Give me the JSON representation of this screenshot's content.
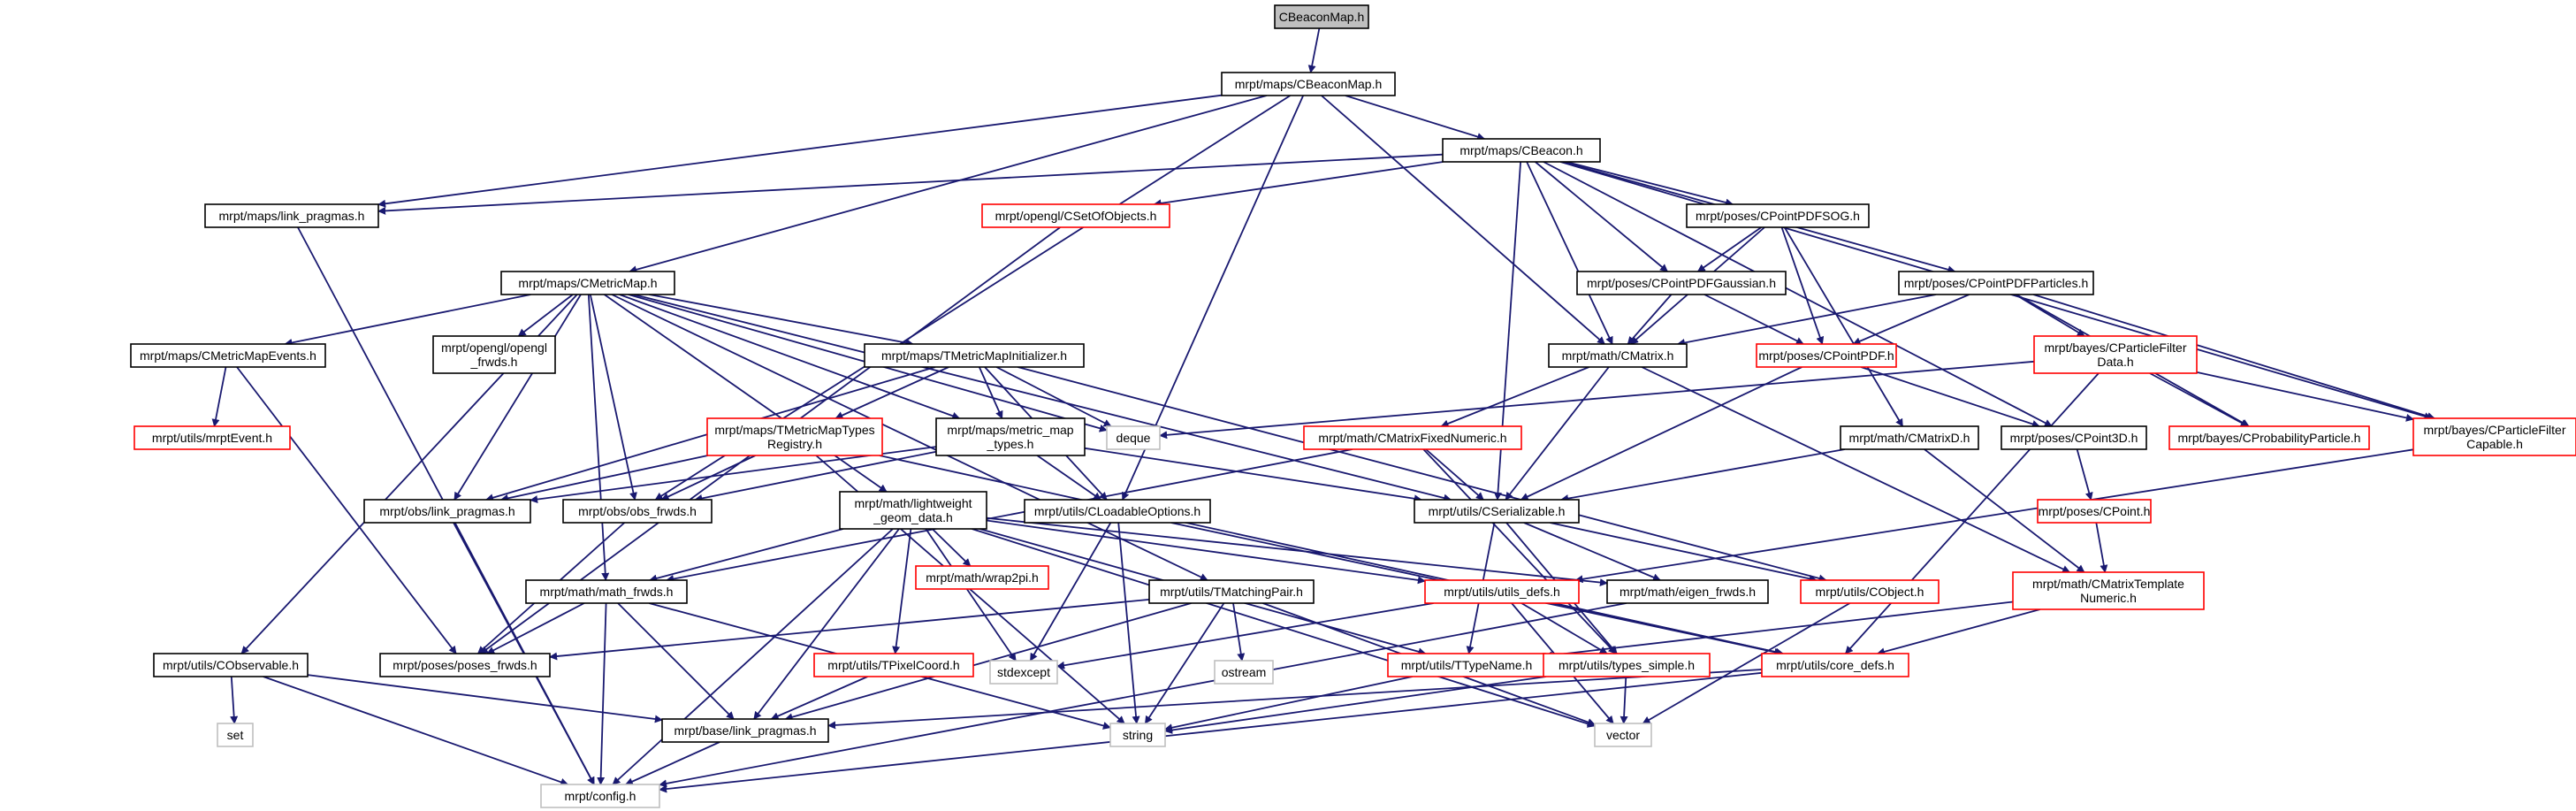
{
  "colors": {
    "edge": "#191970",
    "node_border_normal": "#000000",
    "node_border_missing": "#ff0000",
    "node_border_system": "#bfbfbf",
    "root_fill": "#bfbfbf",
    "text": "#000000",
    "system_text": "#000000"
  },
  "nodes": [
    {
      "id": "cbeaconmap_h",
      "label": "CBeaconMap.h",
      "kind": "root"
    },
    {
      "id": "maps_cbeaconmap",
      "label": "mrpt/maps/CBeaconMap.h",
      "kind": "normal"
    },
    {
      "id": "maps_cbeacon",
      "label": "mrpt/maps/CBeacon.h",
      "kind": "normal"
    },
    {
      "id": "maps_link_pragmas",
      "label": "mrpt/maps/link_pragmas.h",
      "kind": "normal"
    },
    {
      "id": "opengl_csetofobjects",
      "label": "mrpt/opengl/CSetOfObjects.h",
      "kind": "missing"
    },
    {
      "id": "poses_cpointpdfsog",
      "label": "mrpt/poses/CPointPDFSOG.h",
      "kind": "normal"
    },
    {
      "id": "poses_cpointpdfgaussian",
      "label": "mrpt/poses/CPointPDFGaussian.h",
      "kind": "normal"
    },
    {
      "id": "poses_cpointpdfparticles",
      "label": "mrpt/poses/CPointPDFParticles.h",
      "kind": "normal"
    },
    {
      "id": "maps_cmetricmap",
      "label": "mrpt/maps/CMetricMap.h",
      "kind": "normal"
    },
    {
      "id": "math_cmatrix",
      "label": "mrpt/math/CMatrix.h",
      "kind": "normal"
    },
    {
      "id": "poses_cpointpdf",
      "label": "mrpt/poses/CPointPDF.h",
      "kind": "missing"
    },
    {
      "id": "bayes_cparticlefilterdata",
      "label": "mrpt/bayes/CParticleFilter\nData.h",
      "kind": "missing"
    },
    {
      "id": "maps_cmetricmapevents",
      "label": "mrpt/maps/CMetricMapEvents.h",
      "kind": "normal"
    },
    {
      "id": "opengl_frwds",
      "label": "mrpt/opengl/opengl\n_frwds.h",
      "kind": "normal"
    },
    {
      "id": "maps_tmetricmapinitializer",
      "label": "mrpt/maps/TMetricMapInitializer.h",
      "kind": "normal"
    },
    {
      "id": "utils_mrptevent",
      "label": "mrpt/utils/mrptEvent.h",
      "kind": "missing"
    },
    {
      "id": "maps_tmetricmaptypesregistry",
      "label": "mrpt/maps/TMetricMapTypes\nRegistry.h",
      "kind": "missing"
    },
    {
      "id": "maps_metric_map_types",
      "label": "mrpt/maps/metric_map\n_types.h",
      "kind": "normal"
    },
    {
      "id": "deque",
      "label": "deque",
      "kind": "system"
    },
    {
      "id": "math_cmatrixfixednumeric",
      "label": "mrpt/math/CMatrixFixedNumeric.h",
      "kind": "missing"
    },
    {
      "id": "math_cmatrixd",
      "label": "mrpt/math/CMatrixD.h",
      "kind": "normal"
    },
    {
      "id": "poses_cpoint3d",
      "label": "mrpt/poses/CPoint3D.h",
      "kind": "normal"
    },
    {
      "id": "bayes_cprobabilityparticle",
      "label": "mrpt/bayes/CProbabilityParticle.h",
      "kind": "missing"
    },
    {
      "id": "bayes_cparticlefiltercapable",
      "label": "mrpt/bayes/CParticleFilter\nCapable.h",
      "kind": "missing"
    },
    {
      "id": "obs_link_pragmas",
      "label": "mrpt/obs/link_pragmas.h",
      "kind": "normal"
    },
    {
      "id": "obs_obs_frwds",
      "label": "mrpt/obs/obs_frwds.h",
      "kind": "normal"
    },
    {
      "id": "math_lightweight_geom_data",
      "label": "mrpt/math/lightweight\n_geom_data.h",
      "kind": "normal"
    },
    {
      "id": "utils_cloadableoptions",
      "label": "mrpt/utils/CLoadableOptions.h",
      "kind": "normal"
    },
    {
      "id": "utils_cserializable",
      "label": "mrpt/utils/CSerializable.h",
      "kind": "normal"
    },
    {
      "id": "poses_cpoint",
      "label": "mrpt/poses/CPoint.h",
      "kind": "missing"
    },
    {
      "id": "math_wrap2pi",
      "label": "mrpt/math/wrap2pi.h",
      "kind": "missing"
    },
    {
      "id": "math_math_frwds",
      "label": "mrpt/math/math_frwds.h",
      "kind": "normal"
    },
    {
      "id": "utils_tmatchingpair",
      "label": "mrpt/utils/TMatchingPair.h",
      "kind": "normal"
    },
    {
      "id": "utils_utils_defs",
      "label": "mrpt/utils/utils_defs.h",
      "kind": "missing"
    },
    {
      "id": "math_eigen_frwds",
      "label": "mrpt/math/eigen_frwds.h",
      "kind": "normal"
    },
    {
      "id": "utils_cobject",
      "label": "mrpt/utils/CObject.h",
      "kind": "missing"
    },
    {
      "id": "math_cmatrixtemplatenumeric",
      "label": "mrpt/math/CMatrixTemplate\nNumeric.h",
      "kind": "missing"
    },
    {
      "id": "utils_cobservable",
      "label": "mrpt/utils/CObservable.h",
      "kind": "normal"
    },
    {
      "id": "poses_poses_frwds",
      "label": "mrpt/poses/poses_frwds.h",
      "kind": "normal"
    },
    {
      "id": "stdexcept",
      "label": "stdexcept",
      "kind": "system"
    },
    {
      "id": "ostream",
      "label": "ostream",
      "kind": "system"
    },
    {
      "id": "utils_ttypename",
      "label": "mrpt/utils/TTypeName.h",
      "kind": "missing"
    },
    {
      "id": "utils_types_simple",
      "label": "mrpt/utils/types_simple.h",
      "kind": "missing"
    },
    {
      "id": "utils_core_defs",
      "label": "mrpt/utils/core_defs.h",
      "kind": "missing"
    },
    {
      "id": "utils_tpixelcoord",
      "label": "mrpt/utils/TPixelCoord.h",
      "kind": "missing"
    },
    {
      "id": "set",
      "label": "set",
      "kind": "system"
    },
    {
      "id": "base_link_pragmas",
      "label": "mrpt/base/link_pragmas.h",
      "kind": "normal"
    },
    {
      "id": "string",
      "label": "string",
      "kind": "system"
    },
    {
      "id": "vector",
      "label": "vector",
      "kind": "system"
    },
    {
      "id": "config",
      "label": "mrpt/config.h",
      "kind": "system"
    }
  ],
  "edges": [
    [
      "cbeaconmap_h",
      "maps_cbeaconmap"
    ],
    [
      "maps_cbeaconmap",
      "maps_cbeacon"
    ],
    [
      "maps_cbeaconmap",
      "maps_link_pragmas"
    ],
    [
      "maps_cbeaconmap",
      "maps_cmetricmap"
    ],
    [
      "maps_cbeaconmap",
      "math_cmatrix"
    ],
    [
      "maps_cbeaconmap",
      "obs_obs_frwds"
    ],
    [
      "maps_cbeaconmap",
      "utils_cloadableoptions"
    ],
    [
      "maps_cbeacon",
      "maps_link_pragmas"
    ],
    [
      "maps_cbeacon",
      "opengl_csetofobjects"
    ],
    [
      "maps_cbeacon",
      "poses_cpointpdfsog"
    ],
    [
      "maps_cbeacon",
      "poses_cpointpdfgaussian"
    ],
    [
      "maps_cbeacon",
      "poses_cpointpdfparticles"
    ],
    [
      "maps_cbeacon",
      "math_cmatrix"
    ],
    [
      "maps_cbeacon",
      "utils_cserializable"
    ],
    [
      "maps_cbeacon",
      "poses_cpoint3d"
    ],
    [
      "maps_cbeacon",
      "bayes_cparticlefiltercapable"
    ],
    [
      "maps_link_pragmas",
      "config"
    ],
    [
      "opengl_csetofobjects",
      "poses_poses_frwds"
    ],
    [
      "poses_cpointpdfsog",
      "poses_cpointpdfgaussian"
    ],
    [
      "poses_cpointpdfsog",
      "poses_cpointpdf"
    ],
    [
      "poses_cpointpdfsog",
      "math_cmatrix"
    ],
    [
      "poses_cpointpdfsog",
      "math_cmatrixd"
    ],
    [
      "poses_cpointpdfgaussian",
      "poses_cpointpdf"
    ],
    [
      "poses_cpointpdfgaussian",
      "math_cmatrix"
    ],
    [
      "poses_cpointpdfparticles",
      "poses_cpointpdf"
    ],
    [
      "poses_cpointpdfparticles",
      "math_cmatrix"
    ],
    [
      "poses_cpointpdfparticles",
      "bayes_cparticlefilterdata"
    ],
    [
      "poses_cpointpdfparticles",
      "bayes_cprobabilityparticle"
    ],
    [
      "poses_cpointpdfparticles",
      "bayes_cparticlefiltercapable"
    ],
    [
      "maps_cmetricmap",
      "maps_cmetricmapevents"
    ],
    [
      "maps_cmetricmap",
      "opengl_frwds"
    ],
    [
      "maps_cmetricmap",
      "maps_tmetricmapinitializer"
    ],
    [
      "maps_cmetricmap",
      "maps_metric_map_types"
    ],
    [
      "maps_cmetricmap",
      "deque"
    ],
    [
      "maps_cmetricmap",
      "obs_link_pragmas"
    ],
    [
      "maps_cmetricmap",
      "obs_obs_frwds"
    ],
    [
      "maps_cmetricmap",
      "math_lightweight_geom_data"
    ],
    [
      "maps_cmetricmap",
      "utils_cserializable"
    ],
    [
      "maps_cmetricmap",
      "math_math_frwds"
    ],
    [
      "maps_cmetricmap",
      "utils_tmatchingpair"
    ],
    [
      "maps_cmetricmap",
      "utils_cobservable"
    ],
    [
      "math_cmatrix",
      "math_cmatrixfixednumeric"
    ],
    [
      "math_cmatrix",
      "utils_cserializable"
    ],
    [
      "math_cmatrix",
      "math_cmatrixtemplatenumeric"
    ],
    [
      "poses_cpointpdf",
      "poses_cpoint3d"
    ],
    [
      "poses_cpointpdf",
      "utils_cserializable"
    ],
    [
      "bayes_cparticlefilterdata",
      "deque"
    ],
    [
      "bayes_cparticlefilterdata",
      "bayes_cprobabilityparticle"
    ],
    [
      "bayes_cparticlefilterdata",
      "bayes_cparticlefiltercapable"
    ],
    [
      "bayes_cparticlefilterdata",
      "utils_core_defs"
    ],
    [
      "maps_cmetricmapevents",
      "utils_mrptevent"
    ],
    [
      "maps_cmetricmapevents",
      "poses_poses_frwds"
    ],
    [
      "maps_tmetricmapinitializer",
      "maps_tmetricmaptypesregistry"
    ],
    [
      "maps_tmetricmapinitializer",
      "maps_metric_map_types"
    ],
    [
      "maps_tmetricmapinitializer",
      "deque"
    ],
    [
      "maps_tmetricmapinitializer",
      "utils_cloadableoptions"
    ],
    [
      "maps_tmetricmapinitializer",
      "obs_link_pragmas"
    ],
    [
      "maps_tmetricmapinitializer",
      "utils_cobject"
    ],
    [
      "maps_tmetricmaptypesregistry",
      "obs_link_pragmas"
    ],
    [
      "maps_tmetricmaptypesregistry",
      "obs_obs_frwds"
    ],
    [
      "maps_tmetricmaptypesregistry",
      "string"
    ],
    [
      "maps_tmetricmaptypesregistry",
      "utils_core_defs"
    ],
    [
      "maps_metric_map_types",
      "obs_link_pragmas"
    ],
    [
      "maps_metric_map_types",
      "obs_obs_frwds"
    ],
    [
      "maps_metric_map_types",
      "utils_cloadableoptions"
    ],
    [
      "maps_metric_map_types",
      "utils_cserializable"
    ],
    [
      "math_cmatrixfixednumeric",
      "utils_cserializable"
    ],
    [
      "math_cmatrixfixednumeric",
      "math_math_frwds"
    ],
    [
      "math_cmatrixfixednumeric",
      "utils_types_simple"
    ],
    [
      "math_cmatrixd",
      "utils_cserializable"
    ],
    [
      "math_cmatrixd",
      "math_cmatrixtemplatenumeric"
    ],
    [
      "poses_cpoint3d",
      "poses_cpoint"
    ],
    [
      "bayes_cparticlefiltercapable",
      "utils_utils_defs"
    ],
    [
      "obs_link_pragmas",
      "config"
    ],
    [
      "obs_obs_frwds",
      "poses_poses_frwds"
    ],
    [
      "math_lightweight_geom_data",
      "math_math_frwds"
    ],
    [
      "math_lightweight_geom_data",
      "math_wrap2pi"
    ],
    [
      "math_lightweight_geom_data",
      "utils_tpixelcoord"
    ],
    [
      "math_lightweight_geom_data",
      "stdexcept"
    ],
    [
      "math_lightweight_geom_data",
      "utils_utils_defs"
    ],
    [
      "math_lightweight_geom_data",
      "math_eigen_frwds"
    ],
    [
      "math_lightweight_geom_data",
      "utils_ttypename"
    ],
    [
      "math_lightweight_geom_data",
      "vector"
    ],
    [
      "math_lightweight_geom_data",
      "base_link_pragmas"
    ],
    [
      "math_lightweight_geom_data",
      "config"
    ],
    [
      "utils_cloadableoptions",
      "stdexcept"
    ],
    [
      "utils_cloadableoptions",
      "string"
    ],
    [
      "utils_cloadableoptions",
      "utils_core_defs"
    ],
    [
      "utils_cserializable",
      "utils_cobject"
    ],
    [
      "utils_cserializable",
      "utils_ttypename"
    ],
    [
      "utils_cserializable",
      "utils_types_simple"
    ],
    [
      "utils_cserializable",
      "math_eigen_frwds"
    ],
    [
      "poses_cpoint",
      "math_cmatrixtemplatenumeric"
    ],
    [
      "math_math_frwds",
      "poses_poses_frwds"
    ],
    [
      "math_math_frwds",
      "base_link_pragmas"
    ],
    [
      "math_math_frwds",
      "string"
    ],
    [
      "math_math_frwds",
      "config"
    ],
    [
      "utils_tmatchingpair",
      "poses_poses_frwds"
    ],
    [
      "utils_tmatchingpair",
      "ostream"
    ],
    [
      "utils_tmatchingpair",
      "string"
    ],
    [
      "utils_tmatchingpair",
      "vector"
    ],
    [
      "utils_tmatchingpair",
      "base_link_pragmas"
    ],
    [
      "utils_utils_defs",
      "stdexcept"
    ],
    [
      "utils_utils_defs",
      "utils_types_simple"
    ],
    [
      "utils_utils_defs",
      "utils_core_defs"
    ],
    [
      "utils_utils_defs",
      "vector"
    ],
    [
      "math_eigen_frwds",
      "config"
    ],
    [
      "utils_cobject",
      "vector"
    ],
    [
      "math_cmatrixtemplatenumeric",
      "utils_core_defs"
    ],
    [
      "math_cmatrixtemplatenumeric",
      "utils_ttypename"
    ],
    [
      "utils_cobservable",
      "set"
    ],
    [
      "utils_cobservable",
      "base_link_pragmas"
    ],
    [
      "utils_cobservable",
      "config"
    ],
    [
      "utils_ttypename",
      "string"
    ],
    [
      "utils_types_simple",
      "string"
    ],
    [
      "utils_types_simple",
      "vector"
    ],
    [
      "utils_core_defs",
      "base_link_pragmas"
    ],
    [
      "utils_core_defs",
      "config"
    ],
    [
      "utils_tpixelcoord",
      "base_link_pragmas"
    ],
    [
      "base_link_pragmas",
      "config"
    ]
  ]
}
